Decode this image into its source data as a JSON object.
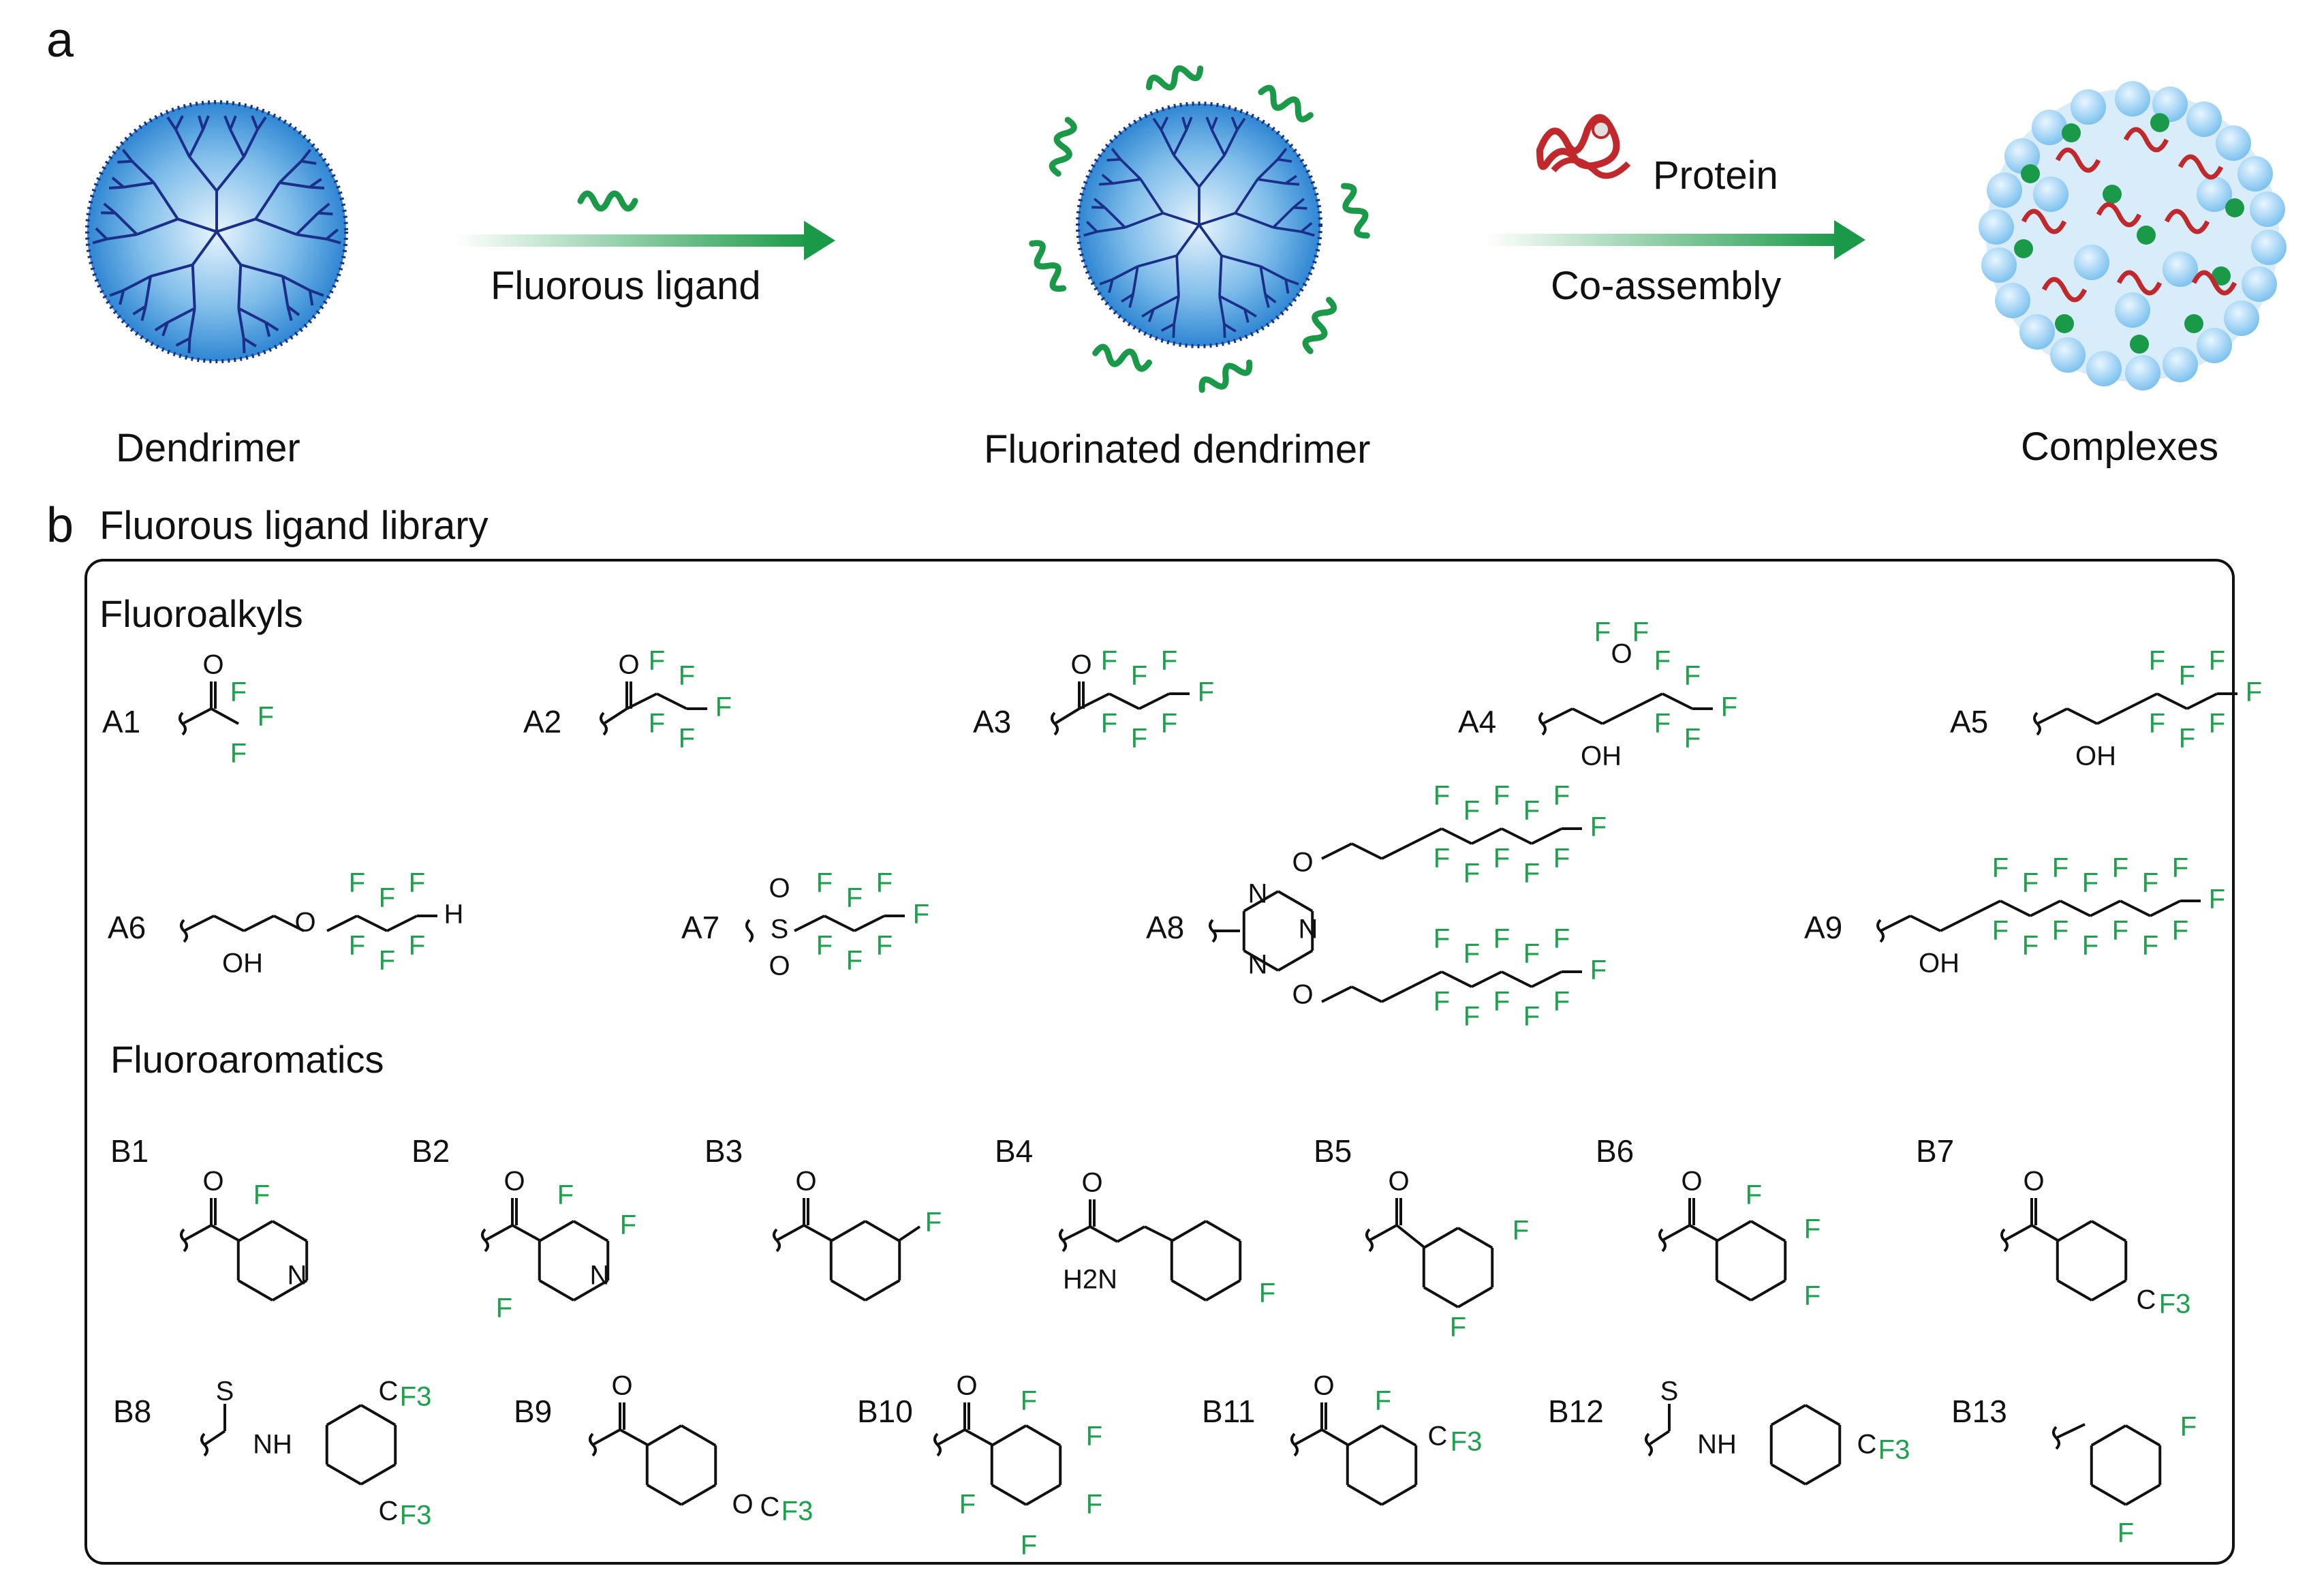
{
  "panel_a": {
    "letter": "a",
    "dendrimer_label": "Dendrimer",
    "ligand_label": "Fluorous ligand",
    "fluorinated_label": "Fluorinated dendrimer",
    "protein_label": "Protein",
    "coassembly_label": "Co-assembly",
    "complexes_label": "Complexes"
  },
  "panel_b": {
    "letter": "b",
    "title": "Fluorous ligand library",
    "fluoroalkyls_title": "Fluoroalkyls",
    "fluoroaromatics_title": "Fluoroaromatics",
    "fluoroalkyls": [
      "A1",
      "A2",
      "A3",
      "A4",
      "A5",
      "A6",
      "A7",
      "A8",
      "A9"
    ],
    "fluoroaromatics": [
      "B1",
      "B2",
      "B3",
      "B4",
      "B5",
      "B6",
      "B7",
      "B8",
      "B9",
      "B10",
      "B11",
      "B12",
      "B13"
    ]
  },
  "atoms": {
    "F": "F",
    "O": "O",
    "N": "N",
    "S": "S",
    "H": "H",
    "OH": "OH",
    "C": "C",
    "F3": "F3",
    "NH": "NH",
    "H2N": "H2N"
  },
  "colors": {
    "fluorine": "#1aa34a",
    "dendrimer": "#3a8fd8",
    "dendrimer_branch": "#1b2f8a",
    "arrow": "#1a9a48",
    "protein": "#c0282c"
  }
}
